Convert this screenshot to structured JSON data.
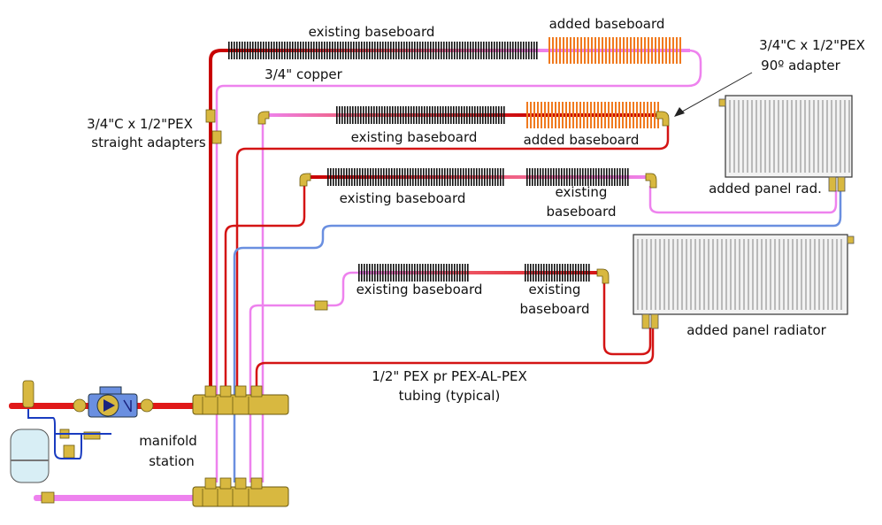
{
  "colors": {
    "supply": "#d41414",
    "supply_light": "#f0506a",
    "return": "#ee82ee",
    "cool_return": "#6a8fe0",
    "fin_existing": "#111111",
    "fin_added": "#f07a1e",
    "brass": "#d8b840",
    "radiator": "#f2f2f2"
  },
  "labels": {
    "row1_existing": "existing baseboard",
    "row1_added": "added baseboard",
    "copper": "3/4\" copper",
    "adapter90_line1": "3/4\"C x 1/2\"PEX",
    "adapter90_line2": "90º adapter",
    "straight_line1": "3/4\"C x 1/2\"PEX",
    "straight_line2": "straight adapters",
    "row2_existing": "existing baseboard",
    "row2_added": "added baseboard",
    "panel_rad": "added panel rad.",
    "row3_existing": "existing baseboard",
    "row3_existing2_line1": "existing",
    "row3_existing2_line2": "baseboard",
    "panel_radiator": "added panel radiator",
    "row4_existing": "existing baseboard",
    "row4_existing2_line1": "existing",
    "row4_existing2_line2": "baseboard",
    "tubing_line1": "1/2\" PEX pr PEX-AL-PEX",
    "tubing_line2": "tubing (typical)",
    "manifold_line1": "manifold",
    "manifold_line2": "station"
  }
}
